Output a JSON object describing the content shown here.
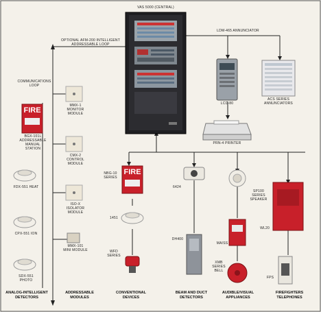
{
  "panel": {
    "title": "VAS 5000 (CENTRAL)"
  },
  "loop": {
    "optional": "OPTIONAL AFM-200 INTELLIGENT\nADDRESSABLE LOOP",
    "communications": "COMMUNICATIONS\nLOOP"
  },
  "annunciator": {
    "label": "LDM-465 ANNUNCIATOR",
    "lcd": "LCD-80",
    "acs": "ACS SERIES\nANNUNCIATORS"
  },
  "printer": {
    "label": "PRN-4 PRINTER"
  },
  "detectors": {
    "fire_text": "FIRE",
    "pull": "BGX-101L\nADDRESSABLE\nMANUAL\nSTATION",
    "heat": "FDX-551 HEAT",
    "ion": "CPX-551 ION",
    "photo": "SDX-551\nPHOTO"
  },
  "modules": {
    "monitor": "MMX-1\nMONITOR\nMODULE",
    "control": "CMX-2\nCONTROL\nMODULE",
    "isolator": "ISO-X\nISOLATOR\nMODULE",
    "mini": "MMX-101\nMINI MODULE"
  },
  "conventional": {
    "fire_text": "FIRE",
    "pull": "NBG-10\nSERIES",
    "det": "1451",
    "wfd": "WFD\nSERIES"
  },
  "beam": {
    "beam": "6424",
    "duct": "DH400"
  },
  "audible": {
    "speaker": "SP100\nSERIES\nSPEAKER",
    "strobe": "MA/SS",
    "bell": "XMB\nSERIES\nBELL"
  },
  "firefighters": {
    "warden": "WL20",
    "phone": "FPS"
  },
  "categories": {
    "analog": "ANALOG-INTELLIGENT\nDETECTORS",
    "addressable": "ADDRESSABLE\nMODULES",
    "conventional": "CONVENTIONAL\nDEVICES",
    "beam": "BEAM AND DUCT\nDETECTORS",
    "audible": "AUDIBLE/VISUAL\nAPPLIANCES",
    "firefighters": "FIREFIGHTERS\nTELEPHONES"
  },
  "colors": {
    "fire_red": "#c8202a",
    "cabinet": "#1f1f22",
    "line": "#222222"
  }
}
